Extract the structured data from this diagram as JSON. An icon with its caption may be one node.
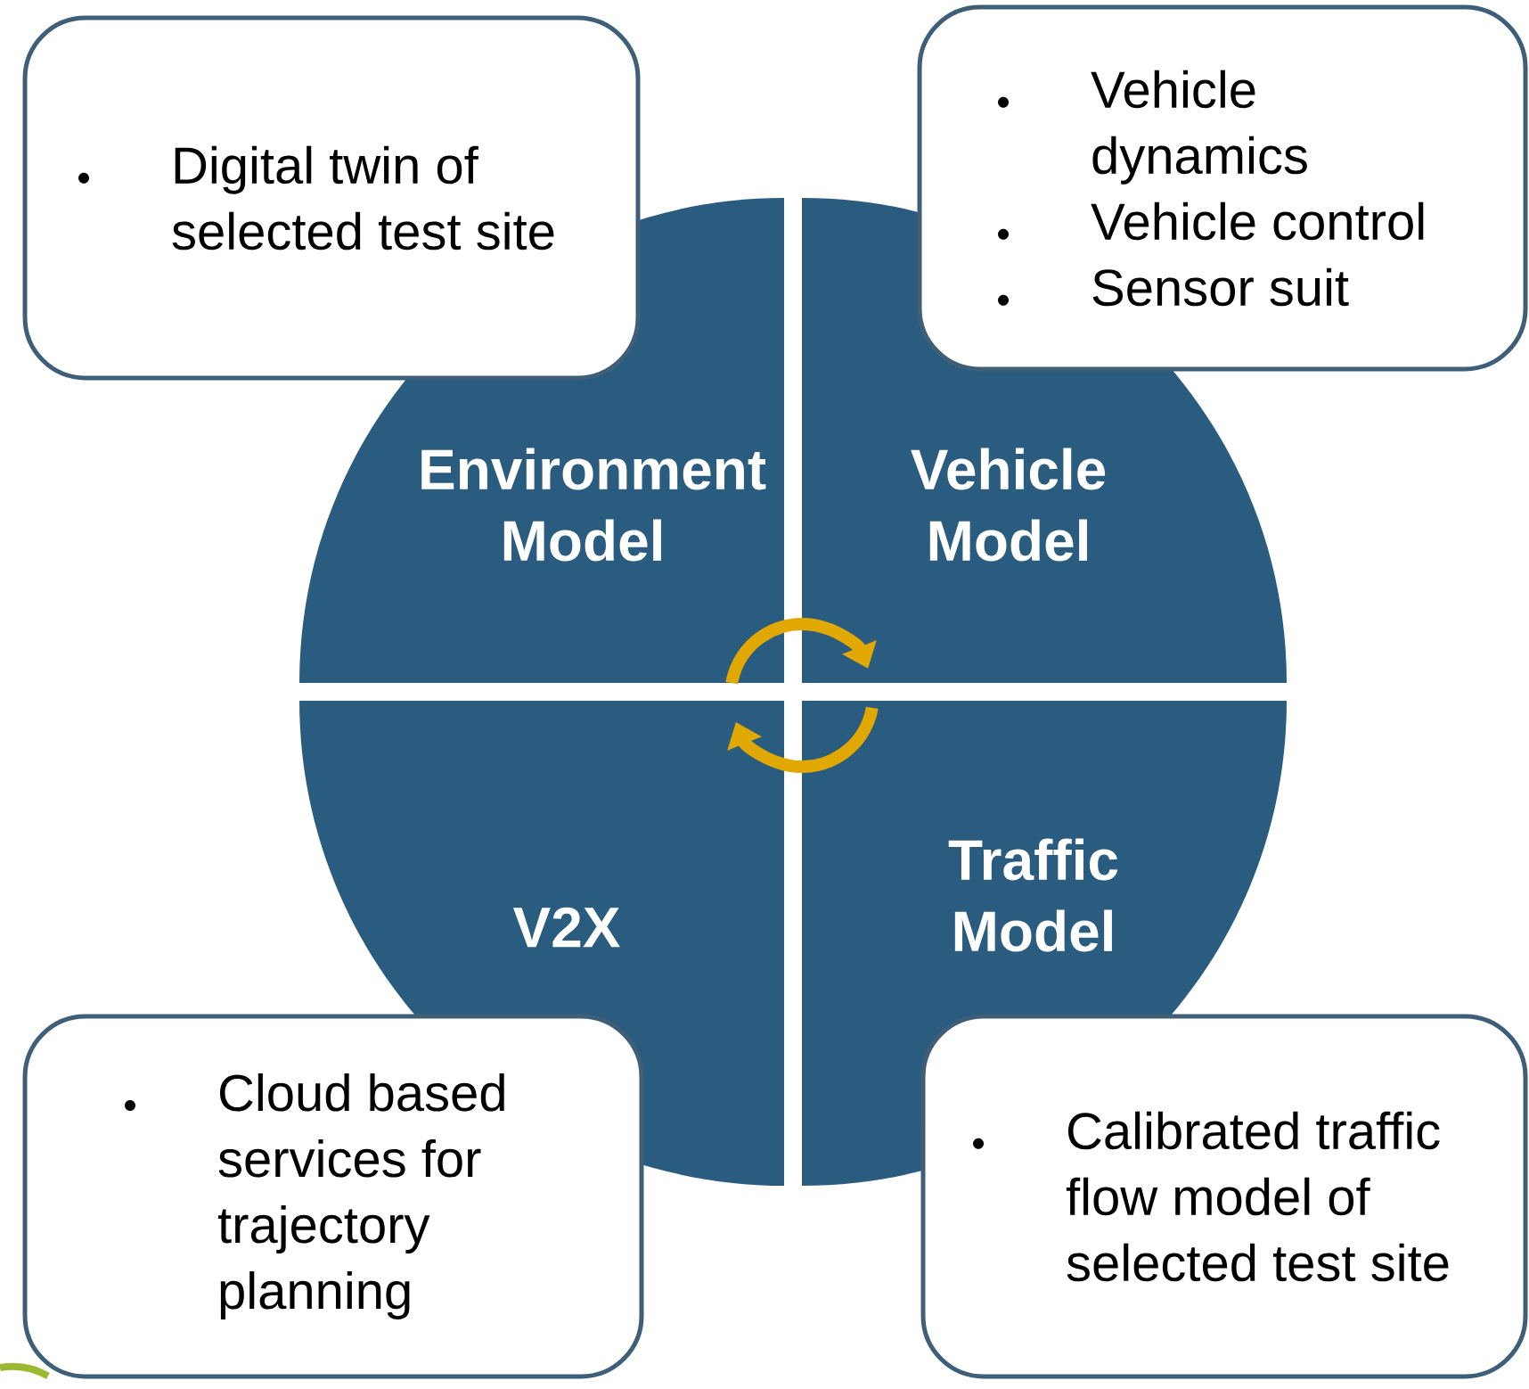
{
  "diagram": {
    "nodes": [
      {
        "text": [
          "Digital twin of selected test site"
        ]
      },
      {
        "text": [
          "Vehicle dynamics",
          "Vehicle control",
          "Sensor suit"
        ]
      },
      {
        "text": [
          "Environment Model"
        ]
      },
      {
        "text": [
          "Vehicle Model"
        ]
      },
      {
        "text": [
          "Traffic Model"
        ]
      },
      {
        "text": [
          "V2X"
        ]
      },
      {
        "text": [
          "Cloud based services for trajectory planning"
        ]
      },
      {
        "text": [
          "Calibrated traffic flow model of selected test site"
        ]
      }
    ],
    "edges": [
      {
        "from": 2,
        "to": 3,
        "arrow": "to"
      },
      {
        "from": 4,
        "to": 5,
        "arrow": "to"
      }
    ]
  }
}
